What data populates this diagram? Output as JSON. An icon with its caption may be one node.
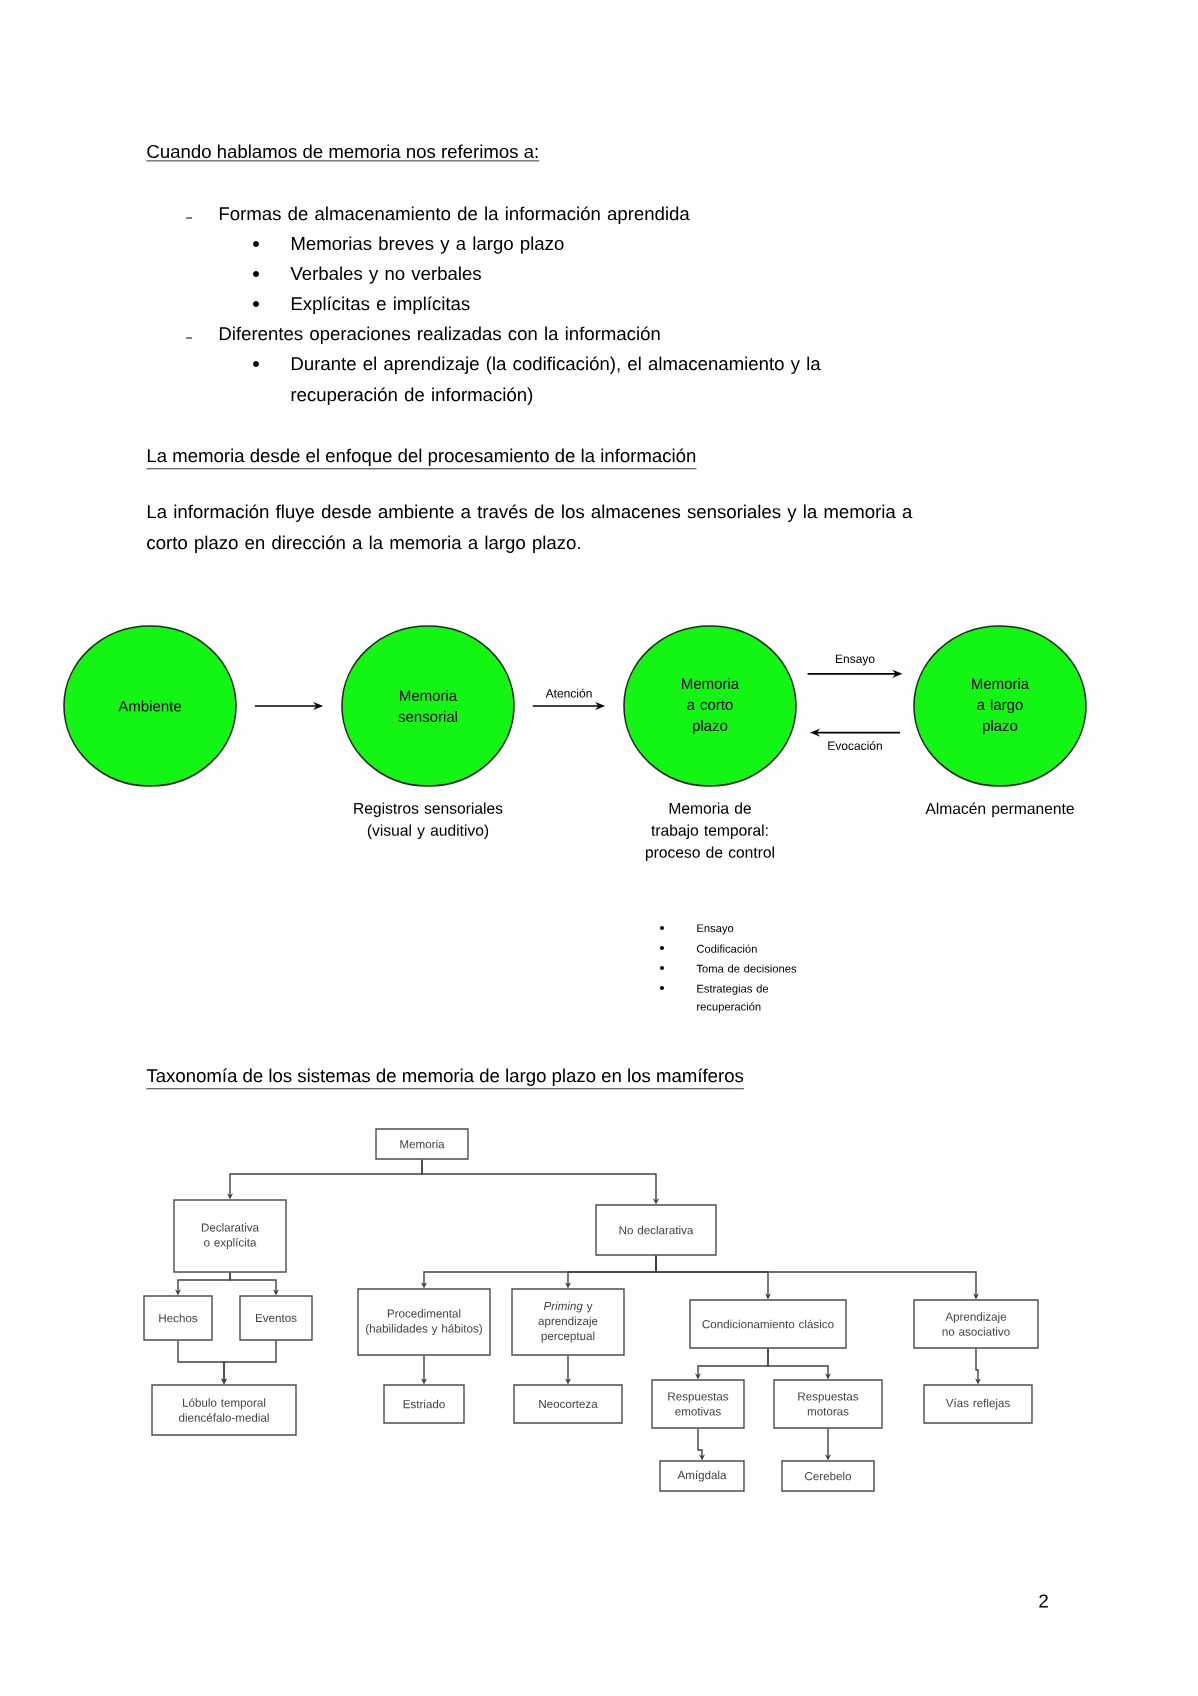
{
  "diagram": {
    "nodes": [
      {
        "text": [
          "Ambiente"
        ]
      },
      {
        "text": [
          "Memoria sensorial"
        ],
        "beside": [
          "Registros sensoriales (visual y auditivo)"
        ]
      },
      {
        "text": [
          "Memoria a corto plazo"
        ],
        "beside": [
          "Memoria de trabajo temporal: proceso de control"
        ]
      },
      {
        "text": [
          "Memoria a largo plazo"
        ],
        "beside": [
          "Almacén permanente"
        ]
      },
      {
        "text": [
          "Memoria"
        ]
      },
      {
        "text": [
          "Declarativa o explícita"
        ]
      },
      {
        "text": [
          "No declarativa"
        ]
      },
      {
        "text": [
          "Hechos"
        ]
      },
      {
        "text": [
          "Eventos"
        ]
      },
      {
        "text": [
          "Lóbulo temporal diencéfalo-medial"
        ]
      },
      {
        "text": [
          "Procedimental (habilidades y hábitos)"
        ]
      },
      {
        "text": [
          "*Priming* y aprendizaje perceptual"
        ]
      },
      {
        "text": [
          "Condicionamiento clásico"
        ]
      },
      {
        "text": [
          "Aprendizaje no asociativo"
        ]
      },
      {
        "text": [
          "Estriado"
        ]
      },
      {
        "text": [
          "Neocorteza"
        ]
      },
      {
        "text": [
          "Respuestas emotivas"
        ]
      },
      {
        "text": [
          "Respuestas motoras"
        ]
      },
      {
        "text": [
          "Vías reflejas"
        ]
      },
      {
        "text": [
          "Amígdala"
        ]
      },
      {
        "text": [
          "Cerebelo"
        ]
      }
    ],
    "edges": [
      {
        "from": 0,
        "to": 1,
        "arrow": "to"
      },
      {
        "from": 1,
        "to": 2,
        "arrow": "to",
        "label": "Atención"
      },
      {
        "from": 2,
        "to": 3,
        "arrow": "to",
        "label": "Ensayo"
      },
      {
        "from": 3,
        "to": 2,
        "arrow": "to",
        "label": "Evocación"
      },
      {
        "from": 4,
        "to": 5,
        "arrow": "to"
      },
      {
        "from": 4,
        "to": 6,
        "arrow": "to"
      },
      {
        "from": 5,
        "to": 7,
        "arrow": "to"
      },
      {
        "from": 5,
        "to": 8,
        "arrow": "to"
      },
      {
        "from": 7,
        "to": 9,
        "arrow": "to"
      },
      {
        "from": 8,
        "to": 9,
        "arrow": "to"
      },
      {
        "from": 6,
        "to": 10,
        "arrow": "to"
      },
      {
        "from": 6,
        "to": 11,
        "arrow": "to"
      },
      {
        "from": 6,
        "to": 12,
        "arrow": "to"
      },
      {
        "from": 6,
        "to": 13,
        "arrow": "to"
      },
      {
        "from": 10,
        "to": 14,
        "arrow": "to"
      },
      {
        "from": 11,
        "to": 15,
        "arrow": "to"
      },
      {
        "from": 12,
        "to": 16,
        "arrow": "to"
      },
      {
        "from": 12,
        "to": 17,
        "arrow": "to"
      },
      {
        "from": 13,
        "to": 18,
        "arrow": "to"
      },
      {
        "from": 16,
        "to": 19,
        "arrow": "to"
      },
      {
        "from": 17,
        "to": 20,
        "arrow": "to"
      }
    ],
    "labels": [
      "Cuando hablamos de memoria nos referimos a:",
      "Formas de almacenamiento de la información aprendida",
      "Memorias breves y a largo plazo",
      "Verbales y no verbales",
      "Explícitas e implícitas",
      "Diferentes operaciones realizadas con la información",
      "Durante el aprendizaje (la codificación), el almacenamiento y la recuperación de información)",
      "La memoria desde el enfoque del procesamiento de la información",
      "La información fluye desde ambiente a través de los almacenes sensoriales y la memoria a corto plazo en dirección a la memoria a largo plazo.",
      "Ensayo",
      "Codificación",
      "Toma de decisiones",
      "Estrategias de recuperación",
      "Taxonomía de los sistemas de memoria de largo plazo en los mamíferos",
      "2"
    ]
  }
}
